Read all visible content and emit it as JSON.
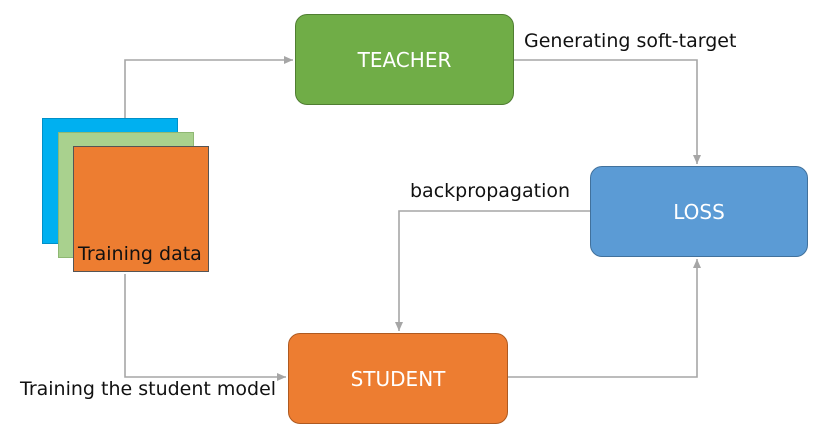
{
  "nodes": {
    "teacher": "TEACHER",
    "loss": "LOSS",
    "student": "STUDENT"
  },
  "data_stack": {
    "label": "Training data"
  },
  "edges": {
    "generating_soft_target": "Generating soft-target",
    "backpropagation": "backpropagation",
    "training_student": "Training the student model"
  },
  "colors": {
    "teacher": "#70ad47",
    "loss": "#5b9bd5",
    "student": "#ed7d31",
    "sheet_blue": "#00b0f0",
    "sheet_green": "#a9d18e",
    "sheet_orange": "#ed7d31",
    "connector": "#a6a6a6"
  }
}
